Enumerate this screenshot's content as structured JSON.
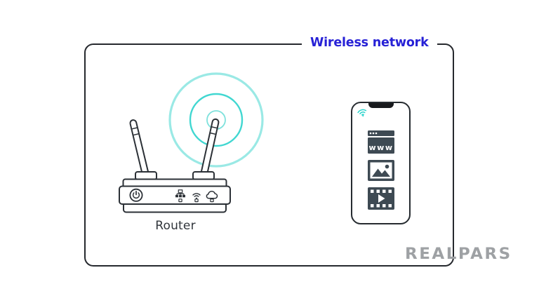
{
  "frame": {
    "label": "Wireless network",
    "label_color": "#2721d6",
    "border_color": "#26292e"
  },
  "router": {
    "label": "Router",
    "antenna_count": 2,
    "signal_rings": {
      "count": 3,
      "color_outer": "#9ae9e5",
      "color_middle": "#41d7d1",
      "color_inner": "#7ee1dc"
    },
    "panel": {
      "icons": [
        "power-icon",
        "lan-icon",
        "wifi-icon",
        "cloud-icon"
      ],
      "led_count": 3,
      "outline_color": "#2b3036"
    }
  },
  "phone": {
    "status_icon": "wifi-icon",
    "status_icon_color": "#29d3cb",
    "icon_color": "#3e4a53",
    "apps": [
      {
        "name": "web-browser-icon",
        "text": "www"
      },
      {
        "name": "photos-icon"
      },
      {
        "name": "video-icon"
      }
    ]
  },
  "brand": {
    "text": "REALPARS",
    "color": "#9ea1a4"
  }
}
